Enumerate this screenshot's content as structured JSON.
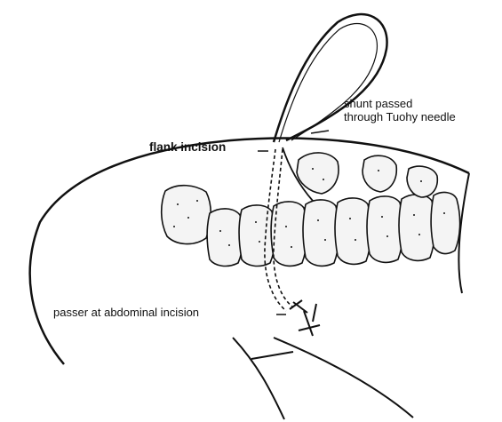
{
  "labels": {
    "shunt_line1": "shunt passed",
    "shunt_line2": "through Tuohy needle",
    "flank": "flank incision",
    "passer": "passer at abdominal incision"
  }
}
